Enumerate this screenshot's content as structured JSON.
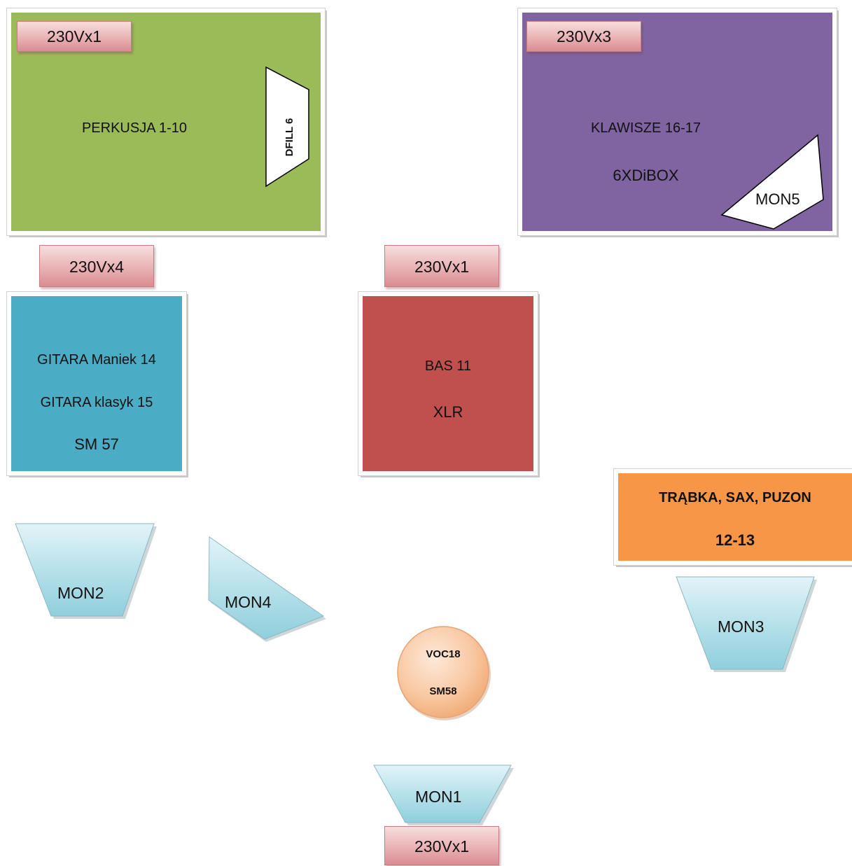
{
  "colors": {
    "drums": "#9bbb59",
    "keys": "#8064a2",
    "guitar": "#4bacc6",
    "bass": "#c0504d",
    "brass": "#f79646",
    "monitor": "#b7e1ea",
    "vocal": "#f7c59f"
  },
  "drums": {
    "label": "PERKUSJA 1-10",
    "power": "230Vx1",
    "fill": "DFILL 6"
  },
  "keys": {
    "label": "KLAWISZE 16-17",
    "sub": "6XDiBOX",
    "power": "230Vx3",
    "monitor": "MON5"
  },
  "guitar": {
    "line1": "GITARA Maniek 14",
    "line2": "GITARA klasyk  15",
    "line3": "SM 57",
    "power": "230Vx4"
  },
  "bass": {
    "line1": "BAS  11",
    "line2": "XLR",
    "power": "230Vx1"
  },
  "brass": {
    "line1": "TRĄBKA, SAX, PUZON",
    "line2": "12-13"
  },
  "vocal": {
    "line1": "VOC18",
    "line2": "SM58"
  },
  "monitors": {
    "mon1": "MON1",
    "mon2": "MON2",
    "mon3": "MON3",
    "mon4": "MON4"
  },
  "front_power": "230Vx1"
}
